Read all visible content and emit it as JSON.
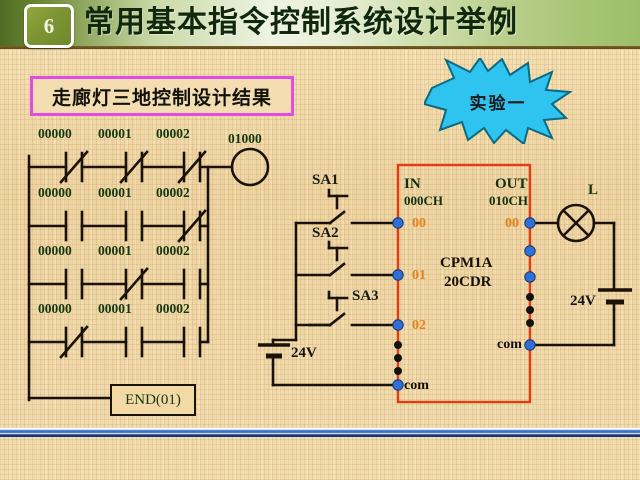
{
  "header": {
    "badge_number": "6",
    "title": "常用基本指令控制系统设计举例",
    "badge_color": "#7d9433",
    "bar_gradient_start": "#4e6b23",
    "bar_gradient_end": "#9dbe6a"
  },
  "title_box": {
    "text": "走廊灯三地控制设计结果",
    "border_color": "#e44ce0"
  },
  "starburst": {
    "text": "实验一",
    "fill_color": "#2ec4ef",
    "stroke_color": "#0b6a82"
  },
  "ladder": {
    "rungs": [
      {
        "labels": [
          "00000",
          "00001",
          "00002"
        ],
        "contacts": [
          "NC",
          "NC",
          "NC"
        ]
      },
      {
        "labels": [
          "00000",
          "00001",
          "00002"
        ],
        "contacts": [
          "NO",
          "NO",
          "NC"
        ]
      },
      {
        "labels": [
          "00000",
          "00001",
          "00002"
        ],
        "contacts": [
          "NO",
          "NC",
          "NO"
        ]
      },
      {
        "labels": [
          "00000",
          "00001",
          "00002"
        ],
        "contacts": [
          "NC",
          "NO",
          "NO"
        ]
      }
    ],
    "coil_label": "01000",
    "end_instruction": "END(01)"
  },
  "wiring": {
    "switches": [
      "SA1",
      "SA2",
      "SA3"
    ],
    "input_supply_label": "24V",
    "output_supply_label": "24V",
    "lamp_label": "L",
    "plc": {
      "border_color": "#e23c12",
      "input_header": "IN",
      "input_channel": "000CH",
      "output_header": "OUT",
      "output_channel": "010CH",
      "model_line1": "CPM1A",
      "model_line2": "20CDR",
      "input_terminals": [
        "00",
        "01",
        "02"
      ],
      "input_common": "com",
      "output_terminals": [
        "00"
      ],
      "output_common": "com",
      "terminal_color": "#e2821c",
      "dot_color": "#2f6fd8"
    }
  }
}
